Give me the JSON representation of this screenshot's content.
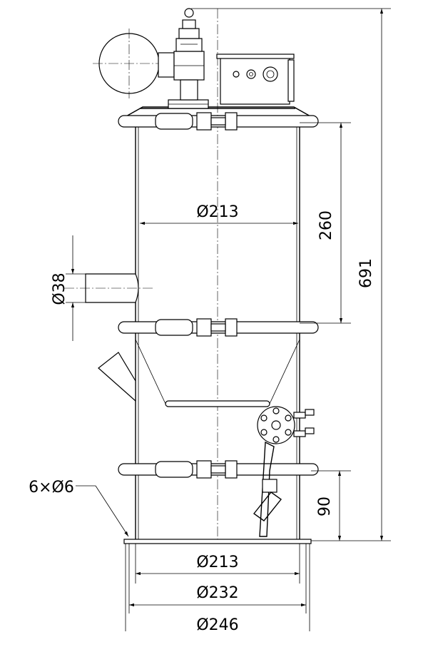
{
  "dimensions": {
    "d_body_top": "Ø213",
    "h_upper": "260",
    "h_total": "691",
    "d_inlet": "Ø38",
    "h_lower": "90",
    "holes": "6×Ø6",
    "d_body_bottom": "Ø213",
    "d_bolt_circle": "Ø232",
    "d_flange": "Ø246"
  },
  "colors": {
    "line": "#000000",
    "background": "#ffffff"
  }
}
